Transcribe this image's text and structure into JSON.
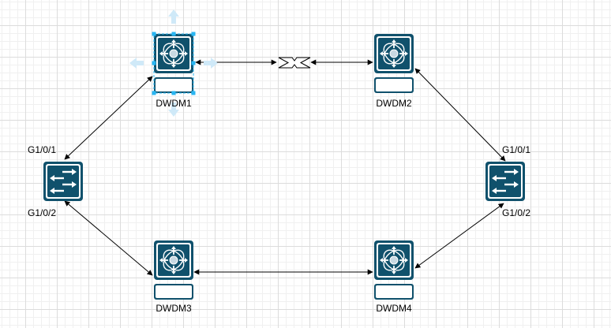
{
  "nodes": {
    "dwdm1": {
      "label": "DWDM1"
    },
    "dwdm2": {
      "label": "DWDM2"
    },
    "dwdm3": {
      "label": "DWDM3"
    },
    "dwdm4": {
      "label": "DWDM4"
    },
    "switch_left": {
      "port_top": "G1/0/1",
      "port_bottom": "G1/0/2"
    },
    "switch_right": {
      "port_top": "G1/0/1",
      "port_bottom": "G1/0/2"
    }
  },
  "colors": {
    "device_fill": "#10516c",
    "device_stroke": "#10516c",
    "selection": "#29b6f2",
    "edge": "#000000"
  },
  "icons": {
    "dwdm": "optical-switch-icon",
    "switch": "layer2-switch-icon",
    "break": "link-break-icon"
  }
}
